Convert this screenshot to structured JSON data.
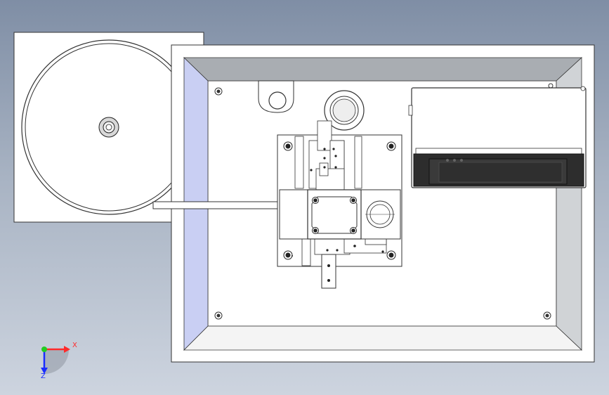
{
  "viewport": {
    "background_top": "#7f8ea5",
    "background_bottom": "#cdd4df"
  },
  "triad": {
    "x_label": "X",
    "z_label": "Z",
    "x_color": "#ff2a2a",
    "y_color": "#22cc22",
    "z_color": "#1a2cff"
  },
  "model": {
    "components": [
      "reel-plate",
      "tray-base",
      "feeder-mechanism",
      "controller-box"
    ]
  }
}
